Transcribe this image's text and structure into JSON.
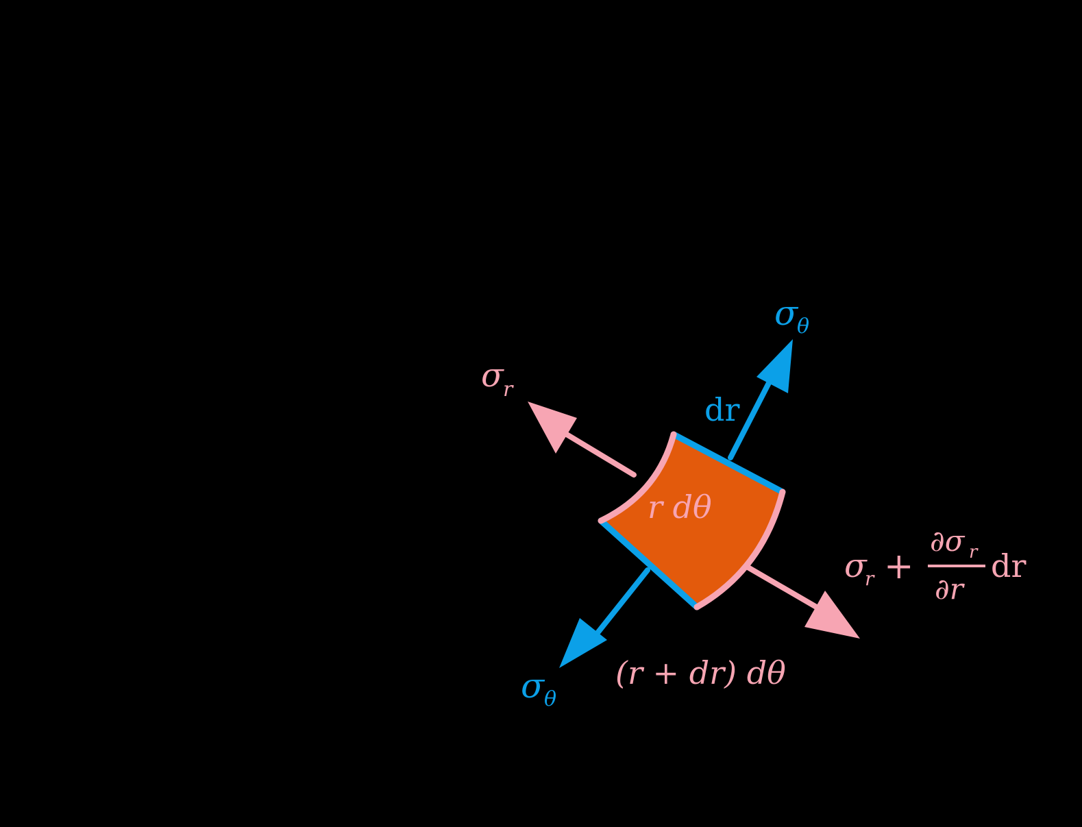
{
  "colors": {
    "background": "#000000",
    "element_fill": "#e35a0c",
    "radial_edge": "#f7a5b3",
    "tangential_edge": "#0ba0e8"
  },
  "element": {
    "inner_arc_label": "r dθ",
    "radial_side_label": "dr",
    "outer_arc_label": "(r + dr) dθ"
  },
  "stresses": {
    "radial_inner": {
      "symbol": "σ",
      "subscript": "r"
    },
    "radial_outer": {
      "symbol": "σ",
      "subscript": "r",
      "increment_numerator": "∂σ",
      "increment_numerator_subscript": "r",
      "increment_denominator": "∂r",
      "increment_factor": "dr",
      "operator": "+"
    },
    "hoop_top": {
      "symbol": "σ",
      "subscript": "θ"
    },
    "hoop_bottom": {
      "symbol": "σ",
      "subscript": "θ"
    }
  }
}
